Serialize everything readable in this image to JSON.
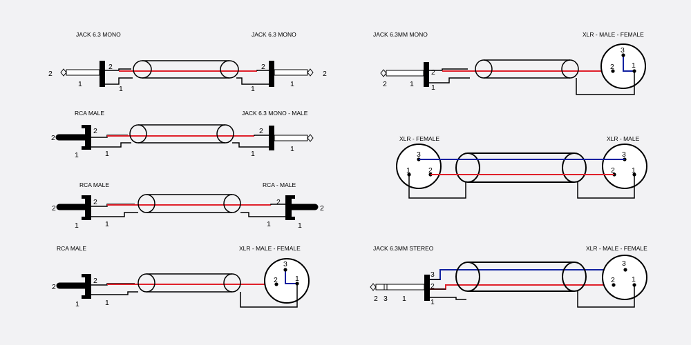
{
  "colors": {
    "background": "#f2f2f4",
    "hot": "#e0202a",
    "cold": "#1020a0",
    "ground": "#000000"
  },
  "diagrams": [
    {
      "left_title": "JACK 6.3 MONO",
      "right_title": "JACK 6.3 MONO",
      "pins": {
        "l_tip": "2",
        "l_sleeve": "1",
        "l_ring_top": "2",
        "l_ring_bot": "1",
        "r_ring_top": "2",
        "r_ring_bot": "1",
        "r_sleeve": "1",
        "r_tip": "2"
      }
    },
    {
      "left_title": "RCA MALE",
      "right_title": "JACK 6.3 MONO - MALE",
      "pins": {
        "l_tip": "2",
        "l_sleeve": "1",
        "l_ring_top": "2",
        "l_ring_bot": "1",
        "r_ring_top": "2",
        "r_ring_bot": "1",
        "r_sleeve": "1"
      }
    },
    {
      "left_title": "RCA MALE",
      "right_title": "RCA - MALE",
      "pins": {
        "l_tip": "2",
        "l_sleeve": "1",
        "l_ring_top": "2",
        "l_ring_bot": "1",
        "r_ring_top": "2",
        "r_ring_bot": "1",
        "r_tip": "2",
        "r_sleeve": "1"
      }
    },
    {
      "left_title": "RCA MALE",
      "right_title": "XLR - MALE - FEMALE",
      "pins": {
        "l_tip": "2",
        "l_sleeve": "1",
        "l_ring_top": "2",
        "l_ring_bot": "1",
        "xlr_3": "3",
        "xlr_2": "2",
        "xlr_1": "1"
      }
    },
    {
      "left_title": "JACK 6.3MM  MONO",
      "right_title": "XLR - MALE - FEMALE",
      "pins": {
        "l_tip": "2",
        "l_sleeve": "1",
        "l_ring_top": "2",
        "l_ring_bot": "1",
        "xlr_3": "3",
        "xlr_2": "2",
        "xlr_1": "1"
      }
    },
    {
      "left_title": "XLR - FEMALE",
      "right_title": "XLR - MALE",
      "pins": {
        "l_3": "3",
        "l_1": "1",
        "l_2": "2",
        "r_3": "3",
        "r_2": "2",
        "r_1": "1"
      }
    },
    {
      "left_title": "JACK 6.3MM STEREO",
      "right_title": "XLR - MALE - FEMALE",
      "pins": {
        "l_tip": "2",
        "l_ring": "3",
        "l_sleeve": "1",
        "l_ring_top3": "3",
        "l_ring_top2": "2",
        "l_ring_bot": "1",
        "xlr_3": "3",
        "xlr_2": "2",
        "xlr_1": "1"
      }
    }
  ]
}
